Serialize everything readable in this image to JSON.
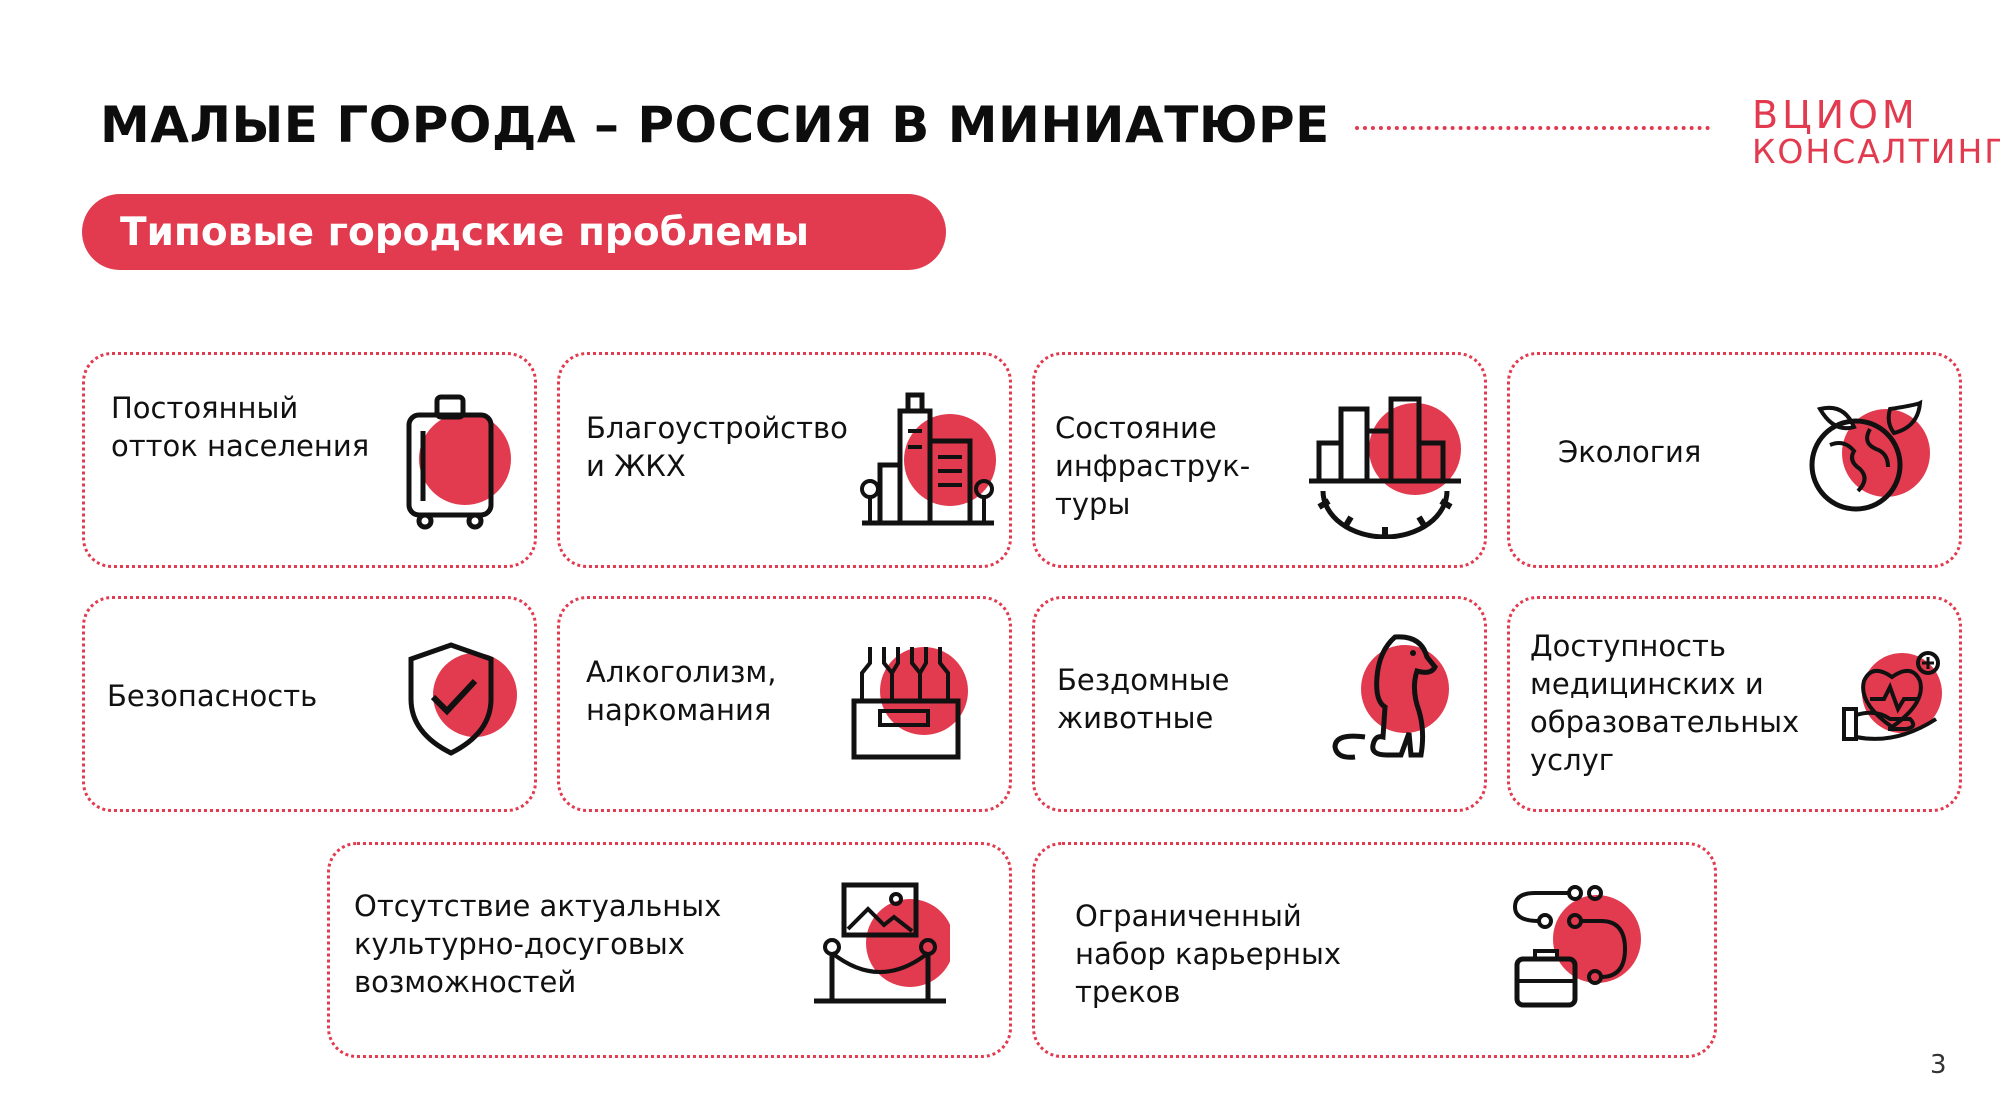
{
  "header": {
    "title": "МАЛЫЕ ГОРОДА – РОССИЯ В МИНИАТЮРЕ",
    "logo_line1": "ВЦИОМ",
    "logo_line2": "КОНСАЛТИНГ"
  },
  "subtitle": "Типовые городские проблемы",
  "cards": [
    {
      "text": "Постоянный\nотток населения",
      "icon": "suitcase-icon"
    },
    {
      "text": "Благоустройство\nи ЖКХ",
      "icon": "city-buildings-icon"
    },
    {
      "text": "Состояние\nинфраструк-\nтуры",
      "icon": "city-gear-icon"
    },
    {
      "text": "Экология",
      "icon": "earth-leaf-icon"
    },
    {
      "text": "Безопасность",
      "icon": "shield-check-icon"
    },
    {
      "text": "Алкоголизм,\nнаркомания",
      "icon": "bottles-box-icon"
    },
    {
      "text": "Бездомные\nживотные",
      "icon": "dog-icon"
    },
    {
      "text": "Доступность\nмедицинских и\nобразовательных\nуслуг",
      "icon": "hand-heart-icon"
    },
    {
      "text": "Отсутствие актуальных\nкультурно-досуговых\nвозможностей",
      "icon": "museum-picture-icon"
    },
    {
      "text": "Ограниченный\nнабор карьерных\nтреков",
      "icon": "career-path-icon"
    }
  ],
  "page_number": "3",
  "colors": {
    "accent": "#e23a4e",
    "text": "#111111"
  }
}
